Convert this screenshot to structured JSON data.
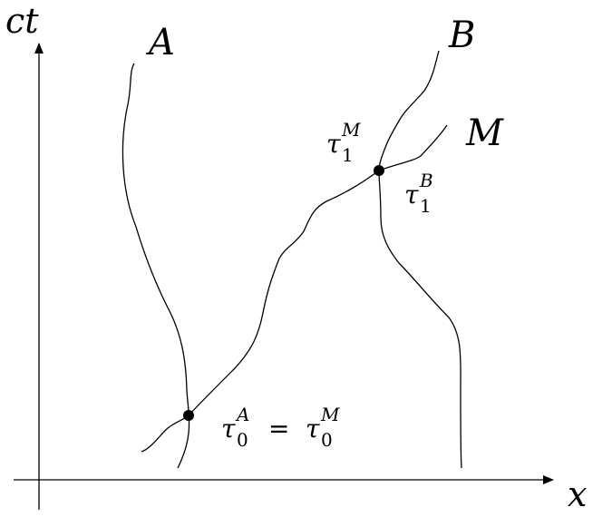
{
  "axes": {
    "y_label": "ct",
    "x_label": "x"
  },
  "worldlines": {
    "A": "A",
    "B": "B",
    "M": "M"
  },
  "events": {
    "event_0": {
      "tau_A": "τ",
      "tau_A_sub": "0",
      "tau_A_sup": "A",
      "equals": "=",
      "tau_M": "τ",
      "tau_M_sub": "0",
      "tau_M_sup": "M"
    },
    "event_1_M": {
      "tau": "τ",
      "sub": "1",
      "sup": "M"
    },
    "event_1_B": {
      "tau": "τ",
      "sub": "1",
      "sup": "B"
    }
  }
}
